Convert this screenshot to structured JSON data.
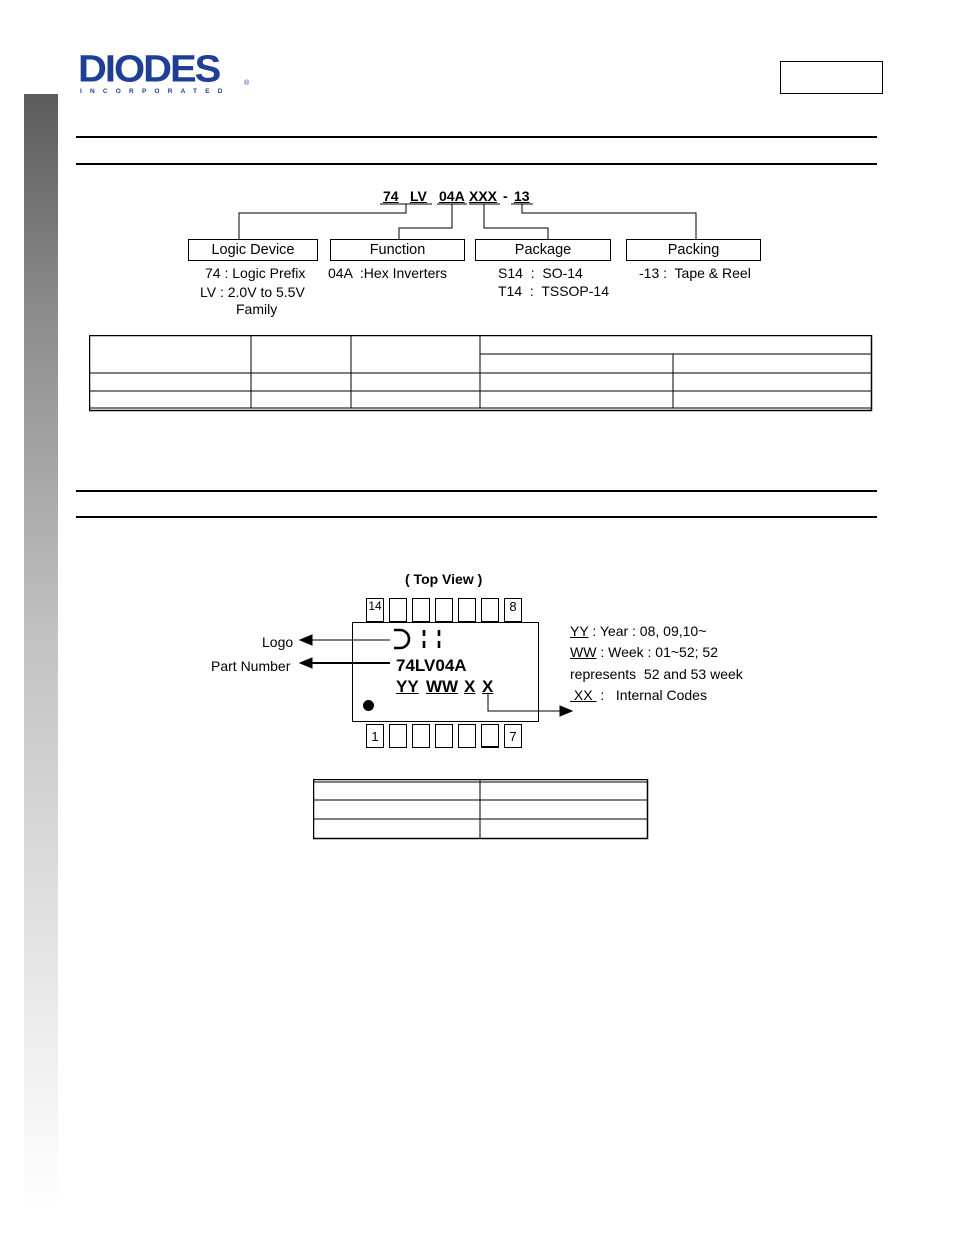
{
  "brand": {
    "name": "DIODES",
    "sub": "INCORPORATED",
    "reg": "®",
    "color": "#1f3f97"
  },
  "ordering": {
    "code_parts": [
      "74",
      "LV",
      "04A",
      "XXX",
      "-",
      "13"
    ],
    "groups": [
      {
        "title": "Logic Device",
        "lines": [
          "74 : Logic Prefix",
          "LV : 2.0V to 5.5V",
          "Family"
        ]
      },
      {
        "title": "Function",
        "lines": [
          "04A  :Hex Inverters"
        ]
      },
      {
        "title": "Package",
        "lines": [
          "S14  :  SO-14",
          "T14  :  TSSOP-14"
        ]
      },
      {
        "title": "Packing",
        "lines": [
          "-13 :  Tape & Reel"
        ]
      }
    ]
  },
  "marking": {
    "view_label": "( Top View )",
    "pins_top": [
      "14",
      "",
      "",
      "",
      "",
      "",
      "8"
    ],
    "pins_bottom": [
      "1",
      "",
      "",
      "",
      "",
      "",
      "7"
    ],
    "logo_label": "Logo",
    "part_number_label": "Part Number",
    "chip_part": "74LV04A",
    "chip_code": [
      "YY",
      "WW",
      "X",
      "X"
    ],
    "legend": {
      "yy_key": "YY",
      "yy_text": " : Year : 08, 09,10~",
      "ww_key": "WW",
      "ww_text": " : Week : 01~52; 52",
      "ww_text2": "represents  52 and 53 week",
      "xx_key": " XX ",
      "xx_text": " :   Internal Codes"
    }
  }
}
